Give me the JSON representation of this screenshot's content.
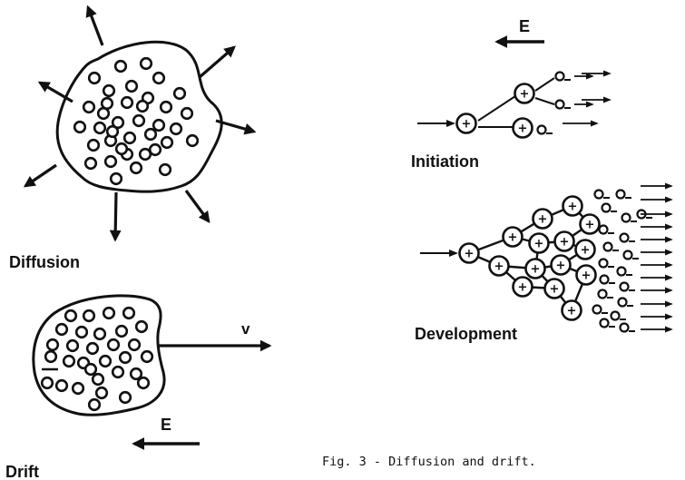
{
  "panels": {
    "diffusion": {
      "label": "Diffusion"
    },
    "drift": {
      "label": "Drift",
      "velocity_label": "v",
      "field_label": "E",
      "charge_mark": "-"
    },
    "initiation": {
      "label": "Initiation",
      "field_label": "E",
      "positive_symbol": "+",
      "negative_symbol": "-"
    },
    "development": {
      "label": "Development",
      "positive_symbol": "+",
      "negative_symbol": "-"
    }
  },
  "caption": "Fig. 3 - Diffusion and drift."
}
